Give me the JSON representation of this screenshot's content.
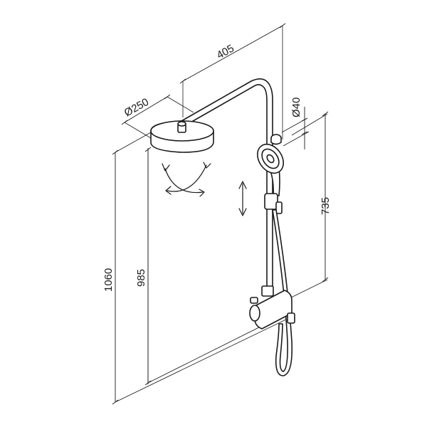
{
  "dimensions": {
    "arm_length": "405",
    "head_diameter": "Ø250",
    "pipe_diameter": "Ø40",
    "rail_height": "735",
    "head_height": "985",
    "total_height": "1060"
  },
  "colors": {
    "line": "#1a1a1a",
    "background": "#ffffff"
  },
  "icons": {
    "swivel": "rotate-arrows-icon",
    "slide": "up-down-arrow-icon"
  }
}
